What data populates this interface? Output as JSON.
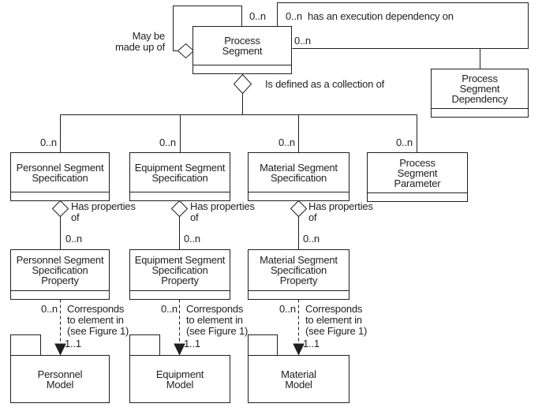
{
  "colors": {
    "line": "#1f1f1f",
    "background": "#ffffff"
  },
  "classes": {
    "process_segment": "Process\nSegment",
    "process_segment_dependency": "Process\nSegment\nDependency",
    "personnel_segment_specification": "Personnel Segment\nSpecification",
    "equipment_segment_specification": "Equipment Segment\nSpecification",
    "material_segment_specification": "Material Segment\nSpecification",
    "process_segment_parameter": "Process\nSegment\nParameter",
    "personnel_segment_specification_property": "Personnel Segment\nSpecification\nProperty",
    "equipment_segment_specification_property": "Equipment Segment\nSpecification\nProperty",
    "material_segment_specification_property": "Material Segment\nSpecification\nProperty"
  },
  "packages": {
    "personnel_model": "Personnel\nModel",
    "equipment_model": "Equipment\nModel",
    "material_model": "Material\nModel"
  },
  "labels": {
    "may_be_made_up_of": "May be\nmade up of",
    "has_an_execution_dependency_on": "has an execution dependency on",
    "is_defined_as_a_collection_of": "Is defined as a collection of",
    "has_properties_of": "Has properties\nof",
    "corresponds_to_element_in": "Corresponds\nto element in\n(see Figure 1)",
    "zero_n": "0..n",
    "one_one": "1..1"
  }
}
